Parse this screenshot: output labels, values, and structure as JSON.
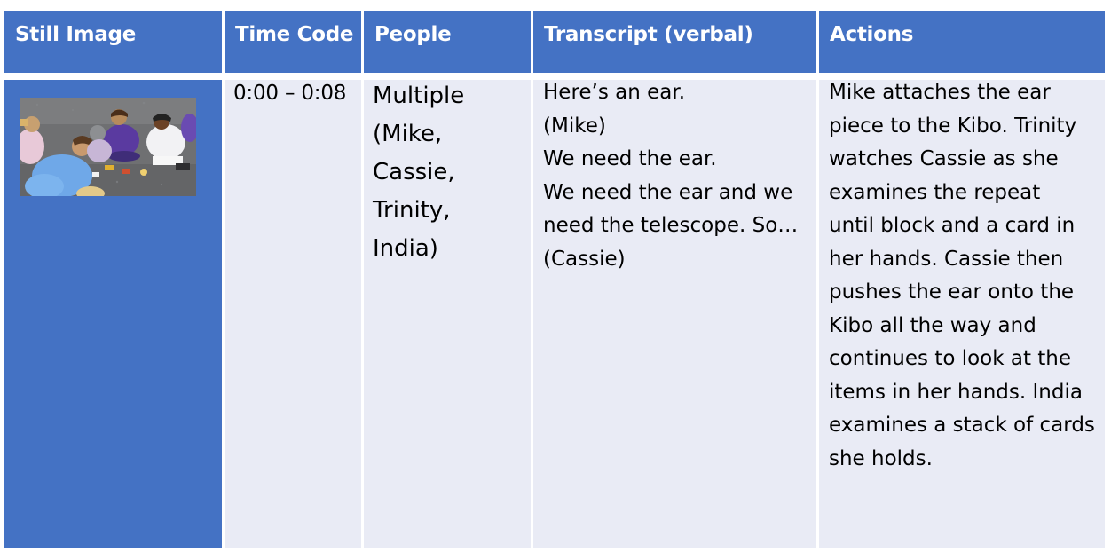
{
  "table": {
    "headers": [
      "Still Image",
      "Time Code",
      "People",
      "Transcript (verbal)",
      "Actions"
    ],
    "row": {
      "time_code": "0:00 – 0:08",
      "people": [
        "Multiple",
        "(Mike,",
        "Cassie,",
        "Trinity,",
        "India)"
      ],
      "transcript": [
        "Here’s an ear.",
        "(Mike)",
        "We need the ear.",
        "We need the ear and we",
        "need the telescope. So…",
        "(Cassie)"
      ],
      "actions": [
        "Mike attaches the ear",
        "piece to the Kibo. Trinity",
        "watches Cassie as she",
        "examines the repeat",
        "until block and a card in",
        "her hands. Cassie then",
        "pushes the ear onto the",
        "Kibo all the way and",
        "continues to look at the",
        "items in her hands. India",
        "examines a stack of cards",
        "she holds."
      ]
    }
  },
  "colors": {
    "header_bg": "#4472c4",
    "cell_bg": "#e9ebf5",
    "header_text": "#ffffff"
  }
}
